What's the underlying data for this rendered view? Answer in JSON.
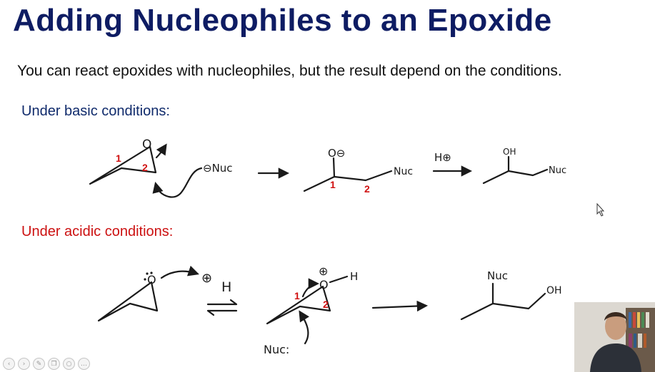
{
  "title": "Adding Nucleophiles to an Epoxide",
  "intro": "You can react epoxides with nucleophiles, but the result depend on the conditions.",
  "basic": {
    "label": "Under basic conditions:",
    "nuc_reagent": "⊖Nuc",
    "oxygen": "O",
    "alkoxide": "O⊖",
    "nuc": "Nuc",
    "reagent": "H⊕",
    "oh": "OH",
    "carbon1": "1",
    "carbon2": "2"
  },
  "acidic": {
    "label": "Under acidic conditions:",
    "oxygen": "O",
    "proton_charge": "⊕",
    "proton_h": "H",
    "oxonium_h": "H",
    "nuc_attack": "Nuc:",
    "nuc": "Nuc",
    "oh": "OH",
    "carbon1": "1",
    "carbon2": "2"
  },
  "colors": {
    "title": "#0e1c63",
    "basic_label": "#0f2a6b",
    "acid_label": "#cc1111",
    "carbon_numbers": "#d01010"
  },
  "toolbar_icons": [
    "back-icon",
    "forward-icon",
    "pen-icon",
    "copy-icon",
    "search-icon",
    "more-icon"
  ]
}
